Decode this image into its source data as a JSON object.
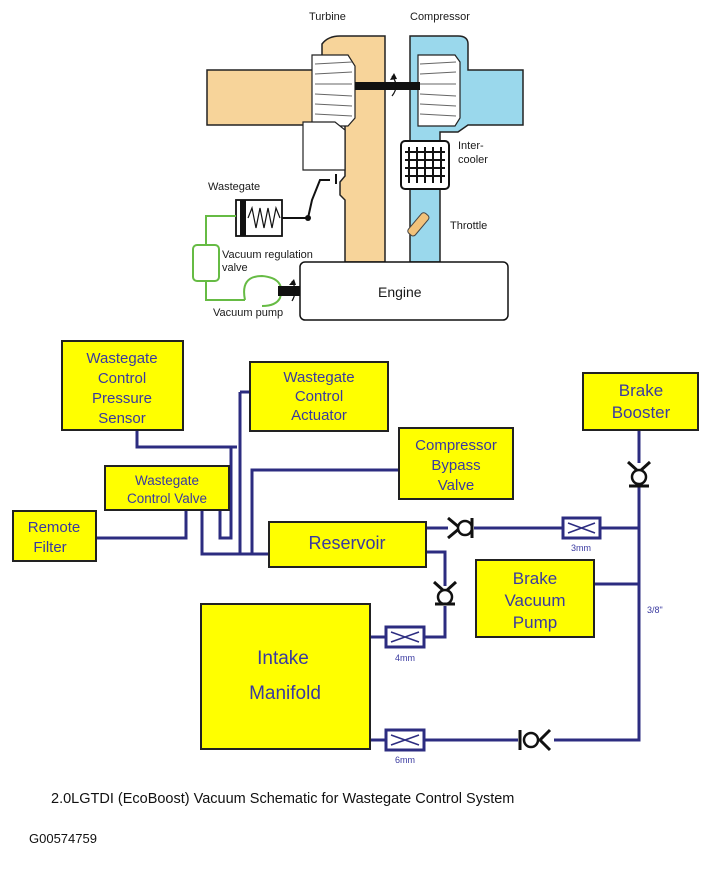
{
  "upper": {
    "turbine": "Turbine",
    "compressor": "Compressor",
    "intercooler_line1": "Inter-",
    "intercooler_line2": "cooler",
    "throttle": "Throttle",
    "wastegate": "Wastegate",
    "vacuum_regulation_line1": "Vacuum regulation",
    "vacuum_regulation_line2": "valve",
    "vacuum_pump": "Vacuum pump",
    "engine": "Engine"
  },
  "schematic": {
    "wastegate_control_pressure_sensor": [
      "Wastegate",
      "Control",
      "Pressure",
      "Sensor"
    ],
    "wastegate_control_actuator": [
      "Wastegate",
      "Control",
      "Actuator"
    ],
    "compressor_bypass_valve": [
      "Compressor",
      "Bypass",
      "Valve"
    ],
    "brake_booster": [
      "Brake",
      "Booster"
    ],
    "wastegate_control_valve": [
      "Wastegate",
      "Control Valve"
    ],
    "remote_filter": [
      "Remote",
      "Filter"
    ],
    "reservoir": "Reservoir",
    "brake_vacuum_pump": [
      "Brake",
      "Vacuum",
      "Pump"
    ],
    "intake_manifold": [
      "Intake",
      "Manifold"
    ],
    "restrictor_3mm": "3mm",
    "restrictor_4mm": "4mm",
    "restrictor_6mm": "6mm",
    "hose_size": "3/8\""
  },
  "caption": "2.0LGTDI (EcoBoost) Vacuum Schematic for Wastegate Control System",
  "doc_id": "G00574759",
  "colors": {
    "box_fill": "#ffff00",
    "line": "#2c2c80",
    "turbine_fill": "#f7d49a",
    "compressor_fill": "#9ad8ec",
    "vacuum_line": "#66bb44"
  }
}
